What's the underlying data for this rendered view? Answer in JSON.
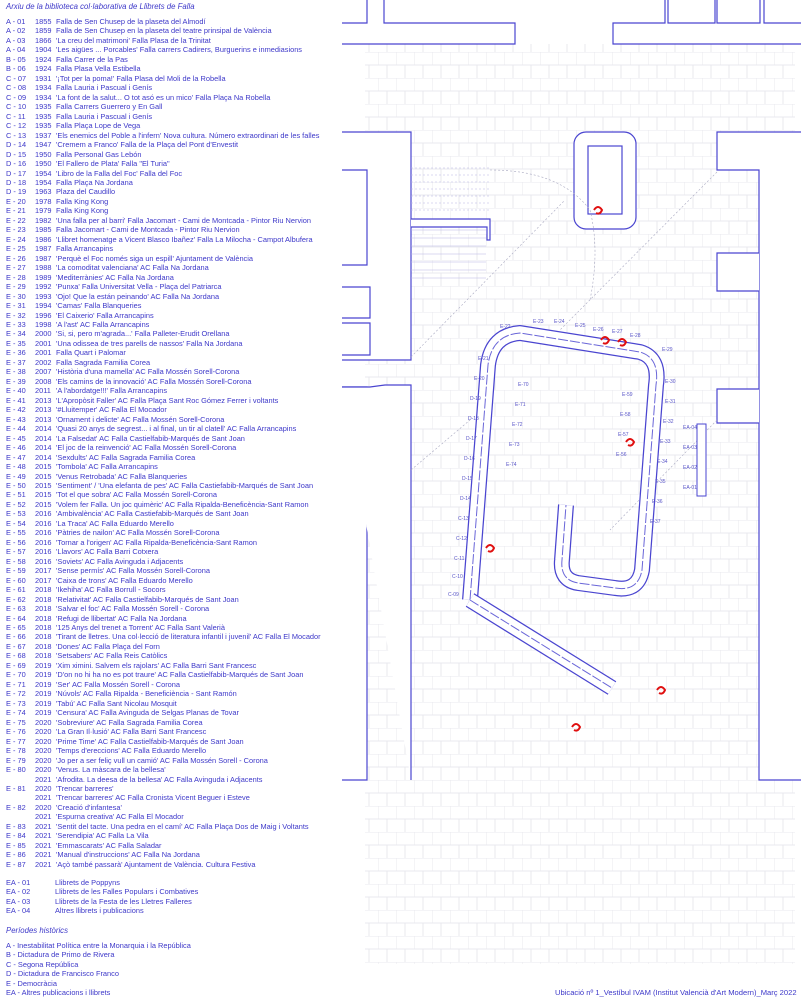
{
  "title": "Arxiu de la biblioteca col·laborativa de Llibrets de Falla",
  "items": [
    [
      "A - 01",
      "1855",
      "Falla de Sen Chusep de la plaseta del Almodí"
    ],
    [
      "A - 02",
      "1859",
      "Falla de Sen Chusep en la plaseta del teatre prinsipal de València"
    ],
    [
      "A - 03",
      "1866",
      "'La creu del matrimoni' Falla Plasa de la Trinitat"
    ],
    [
      "A - 04",
      "1904",
      "'Les aigües ... Porcables' Falla carrers Cadirers, Burguerins e inmediasions"
    ],
    [
      "B - 05",
      "1924",
      "Falla Carrer de la Pas"
    ],
    [
      "B - 06",
      "1924",
      "Falla Plasa Vella Estibella"
    ],
    [
      "C - 07",
      "1931",
      "'¡Tot per la poma!' Falla Plasa del Moli de la Robella"
    ],
    [
      "C - 08",
      "1934",
      "Falla Lauria i Pascual i Genís"
    ],
    [
      "C - 09",
      "1934",
      "'La font de la salut... O tot asó es un mico' Falla Plaça Na Robella"
    ],
    [
      "C - 10",
      "1935",
      "Falla Carrers Guerrero y En Gall"
    ],
    [
      "C - 11",
      "1935",
      "Falla Lauria i Pascual i Genís"
    ],
    [
      "C - 12",
      "1935",
      "Falla Plaça Lope de Vega"
    ],
    [
      "C - 13",
      "1937",
      "'Els enemics del Poble a l'infern' Nova cultura. Número extraordinari de les falles"
    ],
    [
      "D - 14",
      "1947",
      "'Cremem a Franco' Falla de la Plaça del Pont d'Envestit"
    ],
    [
      "D - 15",
      "1950",
      "Falla Personal Gas Lebón"
    ],
    [
      "D - 16",
      "1950",
      "'El Fallero de Plata' Falla \"El Turia\""
    ],
    [
      "D - 17",
      "1954",
      "'Libro de la Falla del Foc' Falla del Foc"
    ],
    [
      "D - 18",
      "1954",
      "Falla Plaça Na Jordana"
    ],
    [
      "D - 19",
      "1963",
      "Plaza del Caudillo"
    ],
    [
      "E - 20",
      "1978",
      "Falla King Kong"
    ],
    [
      "E - 21",
      "1979",
      "Falla King Kong"
    ],
    [
      "E - 22",
      "1982",
      "'Una falla per al barri' Falla Jacomart - Cami de Montcada - Pintor Riu Nervion"
    ],
    [
      "E - 23",
      "1985",
      "Falla Jacomart - Cami de Montcada - Pintor Riu Nervion"
    ],
    [
      "E - 24",
      "1986",
      "'Llibret homenatge a Vicent Blasco Ibañez' Falla La Milocha - Campot Albufera"
    ],
    [
      "E - 25",
      "1987",
      "Falla Arrancapins"
    ],
    [
      "E - 26",
      "1987",
      "'Perquè el Foc només siga un espill' Ajuntament de València"
    ],
    [
      "E - 27",
      "1988",
      "'La comoditat valenciana' AC Falla Na Jordana"
    ],
    [
      "E - 28",
      "1989",
      "'Mediterrànies' AC Falla Na Jordana"
    ],
    [
      "E - 29",
      "1992",
      "'Punxa' Falla Universitat Vella - Plaça del Patriarca"
    ],
    [
      "E - 30",
      "1993",
      "'Ojo! Que la están peinando' AC Falla Na Jordana"
    ],
    [
      "E - 31",
      "1994",
      "'Camas' Falla Blanqueries"
    ],
    [
      "E - 32",
      "1996",
      "'El Caixerio' Falla Arrancapins"
    ],
    [
      "E - 33",
      "1998",
      "'A l'ast' AC Falla Arrancapins"
    ],
    [
      "E - 34",
      "2000",
      "'Si, si, pero m'agrada...' Falla Palleter-Erudit Orellana"
    ],
    [
      "E - 35",
      "2001",
      "'Una odissea de tres parells de nassos' Falla Na Jordana"
    ],
    [
      "E - 36",
      "2001",
      "Falla Quart i Palomar"
    ],
    [
      "E - 37",
      "2002",
      "Falla Sagrada Familia Corea"
    ],
    [
      "E - 38",
      "2007",
      "'Història d'una mamella' AC Falla Mossén Sorell-Corona"
    ],
    [
      "E - 39",
      "2008",
      "'Els camins de la innovació' AC Falla Mossén Sorell-Corona"
    ],
    [
      "E - 40",
      "2011",
      "'A l'abordatge!!!' Falla Arrancapins"
    ],
    [
      "E - 41",
      "2013",
      "'L'Apropòsit Faller' AC Falla Plaça Sant Roc Gómez Ferrer i voltants"
    ],
    [
      "E - 42",
      "2013",
      "'#Lluitemper' AC Falla El Mocador"
    ],
    [
      "E - 43",
      "2013",
      "'Ornament i delicte' AC Falla Mossén Sorell-Corona"
    ],
    [
      "E - 44",
      "2014",
      "'Quasi 20 anys de segrest... i al final, un tir al clatell' AC Falla Arrancapins"
    ],
    [
      "E - 45",
      "2014",
      "'La Falsedat' AC Falla Castielfabib-Marqués de Sant Joan"
    ],
    [
      "E - 46",
      "2014",
      "'El joc de la reinvenció' AC Falla Mossén Sorell-Corona"
    ],
    [
      "E - 47",
      "2014",
      "'Sexdults' AC Falla Sagrada Familia Corea"
    ],
    [
      "E - 48",
      "2015",
      "'Tombola' AC Falla Arrancapins"
    ],
    [
      "E - 49",
      "2015",
      "'Venus Retrobada' AC Falla Blanqueries"
    ],
    [
      "E - 50",
      "2015",
      "'Sentiment' / 'Una elefanta de pes' AC Falla Castiefabib-Marqués de Sant Joan"
    ],
    [
      "E - 51",
      "2015",
      "'Tot el que sobra' AC Falla Mossén Sorell-Corona"
    ],
    [
      "E - 52",
      "2015",
      "'Volem fer Falla. Un joc quimèric' AC Falla Ripalda-Beneficència-Sant Ramon"
    ],
    [
      "E - 53",
      "2016",
      "'Ambivalència' AC Falla Castiefabib-Marqués de Sant Joan"
    ],
    [
      "E - 54",
      "2016",
      "'La Traca' AC Falla Eduardo Merello"
    ],
    [
      "E - 55",
      "2016",
      "'Pàtries de nailon' AC Falla Mossén Sorell-Corona"
    ],
    [
      "E - 56",
      "2016",
      "'Tornar a l'origen' AC Falla Ripalda-Beneficència-Sant Ramon"
    ],
    [
      "E - 57",
      "2016",
      "'Llavors' AC Falla Barri Cotxera"
    ],
    [
      "E - 58",
      "2016",
      "'Soviets' AC Falla Avinguda i Adjacents"
    ],
    [
      "E - 59",
      "2017",
      "'Sense permís' AC Falla Mossén Sorell-Corona"
    ],
    [
      "E - 60",
      "2017",
      "'Caixa de trons' AC Falla Eduardo Merello"
    ],
    [
      "E - 61",
      "2018",
      "'Ikehiha' AC Falla Borrull - Socors"
    ],
    [
      "E - 62",
      "2018",
      "'Relativitat' AC Falla Castielfabib-Marqués de Sant Joan"
    ],
    [
      "E - 63",
      "2018",
      "'Salvar el foc' AC Falla Mossén Sorell - Corona"
    ],
    [
      "E - 64",
      "2018",
      "'Refugi de llibertat' AC Falla Na Jordana"
    ],
    [
      "E - 65",
      "2018",
      "'125 Anys del trenet a Torrent' AC Falla Sant Valerià"
    ],
    [
      "E - 66",
      "2018",
      "'Tirant de lletres. Una col·lecció de literatura infantil i juvenil' AC Falla El Mocador"
    ],
    [
      "E - 67",
      "2018",
      "'Dones' AC Falla Plaça del Forn"
    ],
    [
      "E - 68",
      "2018",
      "'Setsabers' AC Falla Reis Catòlics"
    ],
    [
      "E - 69",
      "2019",
      "'Xim ximini. Salvem els rajolars' AC Falla Barri Sant Francesc"
    ],
    [
      "E - 70",
      "2019",
      "'D'on no hi ha no es pot traure' AC Falla Castielfabib-Marqués de Sant Joan"
    ],
    [
      "E - 71",
      "2019",
      "'Ser' AC Falla Mossén Sorell - Corona"
    ],
    [
      "E - 72",
      "2019",
      "'Núvols' AC Falla Ripalda - Beneficiència - Sant Ramón"
    ],
    [
      "E - 73",
      "2019",
      "'Tabú' AC Falla Sant Nicolau Mosquit"
    ],
    [
      "E - 74",
      "2019",
      "'Censura' AC Falla Avinguda de Selgas Planas de Tovar"
    ],
    [
      "E - 75",
      "2020",
      "'Sobreviure' AC Falla Sagrada Familia Corea"
    ],
    [
      "E - 76",
      "2020",
      "'La Gran Il·lusió' AC Falla Barri Sant Francesc"
    ],
    [
      "E - 77",
      "2020",
      "'Prime Time' AC Falla Castielfabib-Marqués de Sant Joan"
    ],
    [
      "E - 78",
      "2020",
      "'Temps d'ereccions' AC Falla Eduardo Merello"
    ],
    [
      "E - 79",
      "2020",
      "'Jo per a ser feliç vull un camió' AC Falla Mossén Sorell - Corona"
    ],
    [
      "E - 80",
      "2020",
      "'Venus. La màscara de la bellesa'"
    ],
    [
      "",
      "2021",
      "'Afrodita. La deesa de la bellesa' AC Falla Avinguda i Adjacents"
    ],
    [
      "E - 81",
      "2020",
      "'Trencar barreres'"
    ],
    [
      "",
      "2021",
      "'Trencar barreres' AC Falla Cronista Vicent Beguer i Esteve"
    ],
    [
      "E - 82",
      "2020",
      "'Creació d'infantesa'"
    ],
    [
      "",
      "2021",
      "'Espurna creativa' AC Falla El Mocador"
    ],
    [
      "E - 83",
      "2021",
      "'Sentit del tacte. Una pedra en el camí' AC Falla Plaça Dos de Maig i Voltants"
    ],
    [
      "E - 84",
      "2021",
      "'Serendipia' AC Falla La Vila"
    ],
    [
      "E - 85",
      "2021",
      "'Emmascarats' AC Falla Saladar"
    ],
    [
      "E - 86",
      "2021",
      "'Manual d'instruccions' AC Falla Na Jordana"
    ],
    [
      "E - 87",
      "2021",
      "'Açò també passarà' Ajuntament de València. Cultura Festiva"
    ]
  ],
  "ea_items": [
    [
      "EA - 01",
      "Llibrets de Poppyns"
    ],
    [
      "EA - 02",
      "Llibrets de les Falles Populars i Combatives"
    ],
    [
      "EA - 03",
      "Llibrets de la Festa de les Lletres Falleres"
    ],
    [
      "EA - 04",
      "Altres llibrets i publicacions"
    ]
  ],
  "periods_heading": "Períodes històrics",
  "periods": [
    "A - Inestabilitat Política entre la Monarquia i la República",
    "B - Dictadura de Primo de Rivera",
    "C - Segona República",
    "D - Dictadura de Francisco Franco",
    "E - Democràcia",
    "EA - Altres publicacions i llibrets"
  ],
  "footer": "Ubicació nº 1_Vestíbul IVAM (Institut Valencià d'Art Modern)_Març 2022",
  "plan_labels": [
    "E-22",
    "E-23",
    "E-24",
    "E-25",
    "E-26",
    "E-27",
    "E-28",
    "E-29",
    "E-30",
    "E-31",
    "E-32",
    "E-33",
    "E-34",
    "E-35",
    "E-36",
    "E-37",
    "E-21",
    "E-20",
    "D-19",
    "D-18",
    "D-17",
    "D-16",
    "D-15",
    "D-14",
    "C-13",
    "C-12",
    "C-11",
    "C-10",
    "C-09",
    "E-70",
    "E-71",
    "E-72",
    "E-73",
    "E-74",
    "E-59",
    "E-58",
    "E-57",
    "E-56",
    "EA-04",
    "EA-03",
    "EA-02",
    "EA-01"
  ],
  "colors": {
    "text": "#3d38c9",
    "wall": "#4a45d0",
    "grid": "#e4e4ea",
    "marker": "#e01010"
  }
}
